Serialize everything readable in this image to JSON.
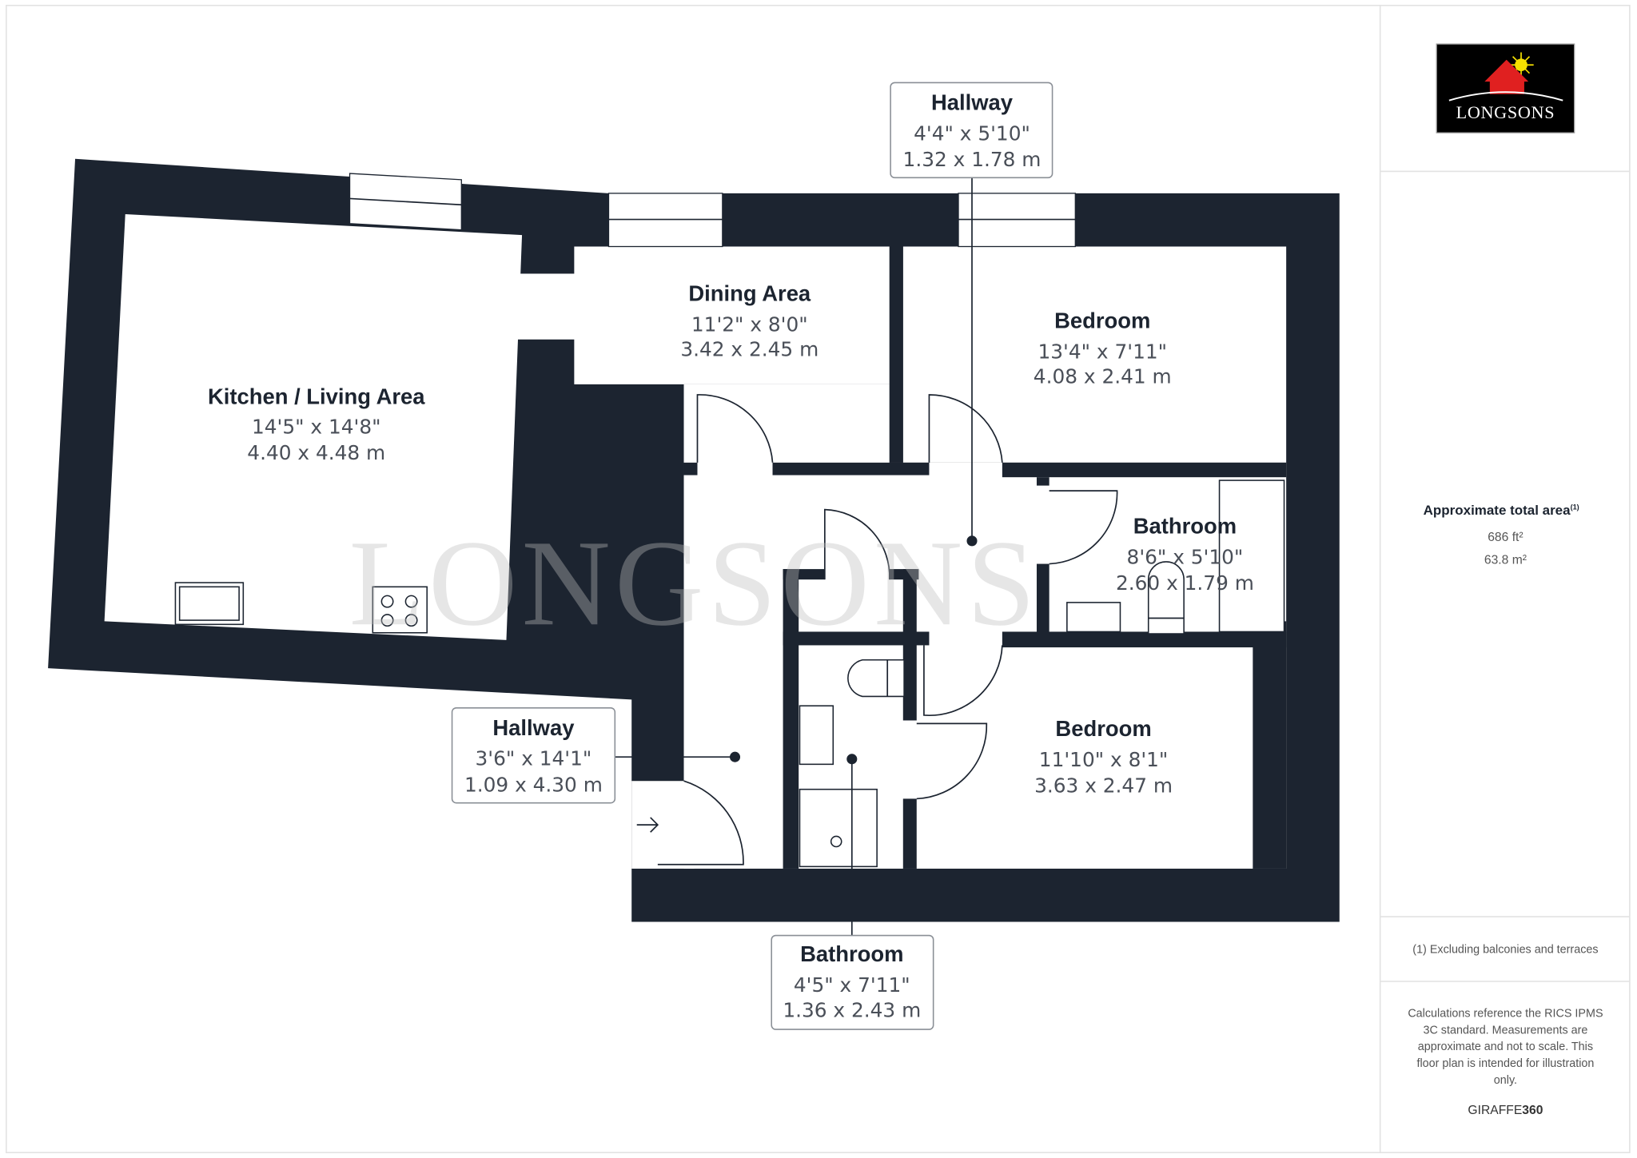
{
  "brand": {
    "name": "LONGSONS",
    "watermark": "LONGSONS",
    "colors": {
      "logo_bg": "#000000",
      "roof": "#e02020",
      "sun": "#f5e000",
      "wall": "#1c2430"
    }
  },
  "rooms": [
    {
      "name": "Kitchen / Living Area",
      "imperial": "14'5\" x 14'8\"",
      "metric": "4.40 x 4.48 m"
    },
    {
      "name": "Dining Area",
      "imperial": "11'2\" x 8'0\"",
      "metric": "3.42 x 2.45 m"
    },
    {
      "name": "Bedroom",
      "imperial": "13'4\" x 7'11\"",
      "metric": "4.08 x 2.41 m"
    },
    {
      "name": "Bathroom",
      "imperial": "8'6\" x 5'10\"",
      "metric": "2.60 x 1.79 m"
    },
    {
      "name": "Bedroom",
      "imperial": "11'10\" x 8'1\"",
      "metric": "3.63 x 2.47 m"
    }
  ],
  "callouts": [
    {
      "name": "Hallway",
      "imperial": "4'4\" x 5'10\"",
      "metric": "1.32 x 1.78 m"
    },
    {
      "name": "Hallway",
      "imperial": "3'6\" x 14'1\"",
      "metric": "1.09 x 4.30 m"
    },
    {
      "name": "Bathroom",
      "imperial": "4'5\" x 7'11\"",
      "metric": "1.36 x 2.43 m"
    }
  ],
  "panel": {
    "area_title": "Approximate total area",
    "area_note_mark": "(1)",
    "area_ft": "686 ft²",
    "area_m": "63.8 m²",
    "footnote": "(1) Excluding balconies and terraces",
    "disclaimer": [
      "Calculations reference the RICS IPMS",
      "3C standard. Measurements are",
      "approximate and not to scale. This",
      "floor plan is intended for illustration",
      "only."
    ],
    "credit_a": "GIRAFFE",
    "credit_b": "360"
  }
}
